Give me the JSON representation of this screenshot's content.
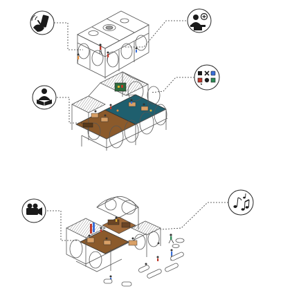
{
  "diagram": {
    "panels": [
      {
        "id": "module-top",
        "callouts": [
          "phone-tap-icon",
          "person-at-desk-icon"
        ]
      },
      {
        "id": "module-middle",
        "callouts": [
          "reader-icon",
          "activities-grid-icon"
        ]
      },
      {
        "id": "module-bottom",
        "callouts": [
          "video-camera-icon",
          "music-notes-icon"
        ]
      }
    ],
    "colors": {
      "line": "#555555",
      "dark": "#1a1a1a",
      "roof": "#8a8a8a",
      "wood": "#8b5a2b",
      "teal": "#1f5f6e",
      "accent_red": "#c0392b",
      "accent_blue": "#3a6fd8",
      "accent_green": "#2e8b57",
      "accent_yellow": "#e0b030"
    }
  }
}
